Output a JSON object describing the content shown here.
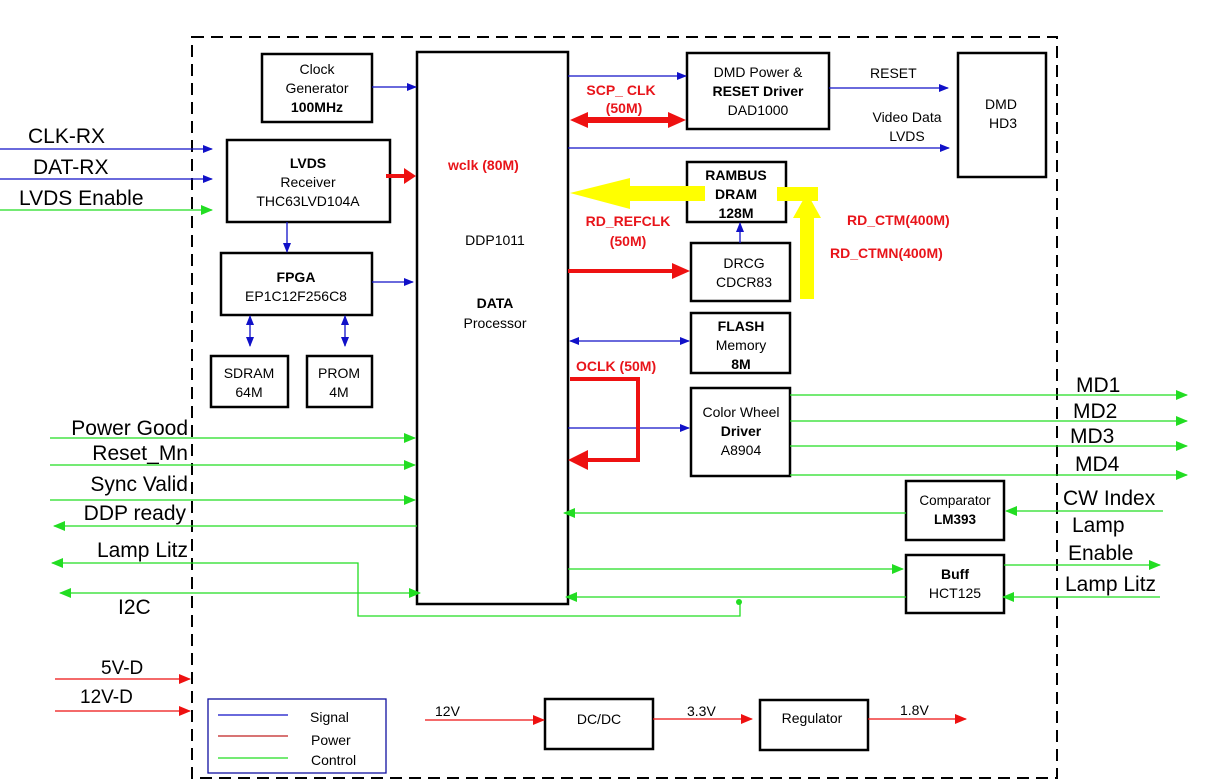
{
  "blocks": {
    "clock_gen": [
      "Clock",
      "Generator",
      "100MHz"
    ],
    "lvds_rx": [
      "LVDS",
      "Receiver",
      "THC63LVD104A"
    ],
    "fpga": [
      "FPGA",
      "EP1C12F256C8"
    ],
    "sdram": [
      "SDRAM",
      "64M"
    ],
    "prom": [
      "PROM",
      "4M"
    ],
    "ddp": [
      "DDP1011",
      "DATA",
      "Processor"
    ],
    "dmd_driver": [
      "DMD Power &",
      "RESET Driver",
      "DAD1000"
    ],
    "dmd": [
      "DMD",
      "HD3"
    ],
    "rambus": [
      "RAMBUS",
      "DRAM",
      "128M"
    ],
    "drcg": [
      "DRCG",
      "CDCR83"
    ],
    "flash": [
      "FLASH",
      "Memory",
      "8M"
    ],
    "color_wheel": [
      "Color Wheel",
      "Driver",
      "A8904"
    ],
    "comparator": [
      "Comparator",
      "LM393"
    ],
    "buff": [
      "Buff",
      "HCT125"
    ],
    "dcdc": [
      "DC/DC"
    ],
    "regulator": [
      "Regulator"
    ]
  },
  "signals": {
    "clk_rx": "CLK-RX",
    "dat_rx": "DAT-RX",
    "lvds_enable": "LVDS Enable",
    "power_good": "Power Good",
    "reset_mn": "Reset_Mn",
    "sync_valid": "Sync Valid",
    "ddp_ready": "DDP ready",
    "lamp_litz_left": "Lamp Litz",
    "i2c": "I2C",
    "v5": "5V-D",
    "v12": "12V-D",
    "md1": "MD1",
    "md2": "MD2",
    "md3": "MD3",
    "md4": "MD4",
    "cw_index": "CW Index",
    "lamp_enable": [
      "Lamp",
      "Enable"
    ],
    "lamp_litz_right": "Lamp Litz",
    "reset": "RESET",
    "video_data": [
      "Video Data",
      "LVDS"
    ],
    "in_12v": "12V",
    "out_33v": "3.3V",
    "out_18v": "1.8V"
  },
  "clocks": {
    "scp_clk": [
      "SCP_ CLK",
      "(50M)"
    ],
    "wclk": "wclk (80M)",
    "rd_refclk": [
      "RD_REFCLK",
      "(50M)"
    ],
    "rd_ctm": "RD_CTM(400M)",
    "rd_ctmn": "RD_CTMN(400M)",
    "oclk": "OCLK (50M)"
  },
  "legend": {
    "items": [
      {
        "label": "Signal",
        "color": "#1010c8"
      },
      {
        "label": "Power",
        "color": "#ee1111"
      },
      {
        "label": "Control",
        "color": "#22dd22"
      }
    ]
  },
  "colors": {
    "signal": "#1010c8",
    "power": "#ee1111",
    "control": "#22dd22",
    "rambus_bus": "#ffff00"
  }
}
